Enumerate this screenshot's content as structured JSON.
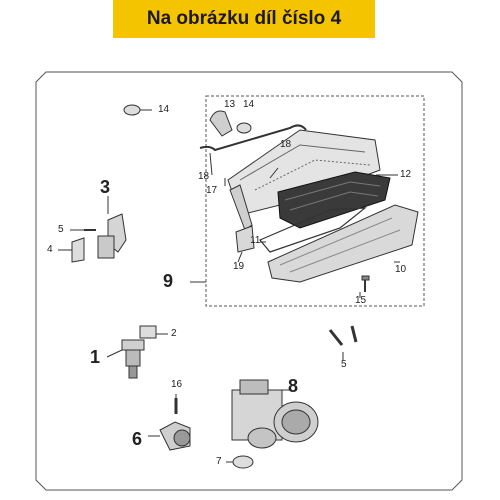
{
  "banner": {
    "text": "Na obrázku díl číslo 4",
    "background": "#f5c400"
  },
  "callouts": {
    "c1": "1",
    "c2": "2",
    "c3": "3",
    "c4": "4",
    "c5a": "5",
    "c5b": "5",
    "c6": "6",
    "c7": "7",
    "c8": "8",
    "c9": "9",
    "c10": "10",
    "c11": "11",
    "c12": "12",
    "c13": "13",
    "c14a": "14",
    "c14b": "14",
    "c15": "15",
    "c16": "16",
    "c17": "17",
    "c18": "18",
    "c19": "19"
  }
}
